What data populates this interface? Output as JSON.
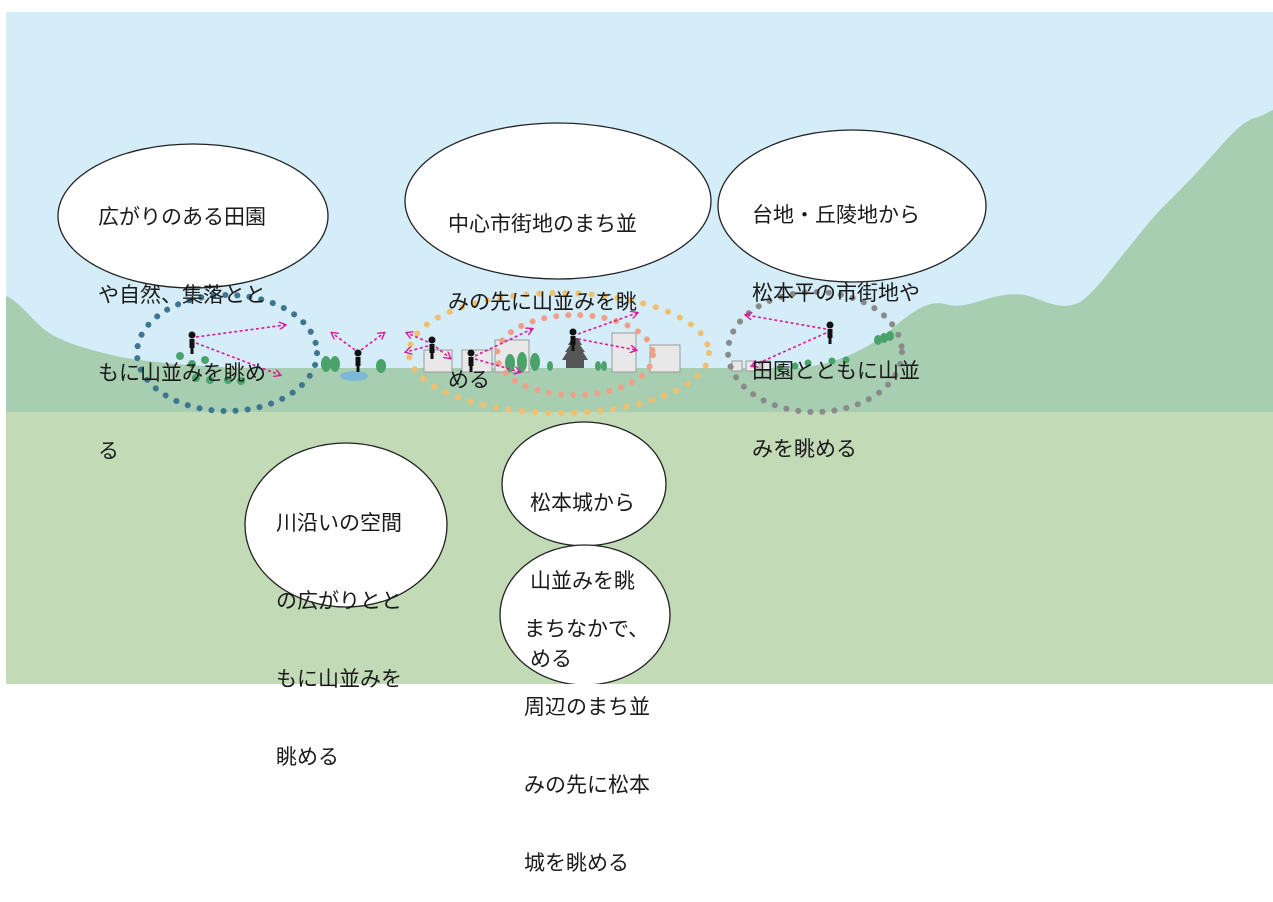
{
  "colors": {
    "sky": "#d4edf8",
    "mountain": "#a8ceb1",
    "ground": "#c2dab6",
    "bubble_fill": "#ffffff",
    "bubble_stroke": "#222222",
    "arrow": "#e0189a",
    "ring_rural": "#3e7690",
    "ring_city": "#f0c070",
    "ring_castle": "#f0a088",
    "ring_hill": "#8a8a8a",
    "tree": "#4aa36a",
    "building": "#e8e8e8"
  },
  "callouts": [
    {
      "id": "rural",
      "lines": [
        "広がりのある田園",
        "や自然、集落とと",
        "もに山並みを眺め",
        "る"
      ]
    },
    {
      "id": "city",
      "lines": [
        "中心市街地のまち並",
        "みの先に山並みを眺",
        "める"
      ]
    },
    {
      "id": "hill",
      "lines": [
        "台地・丘陵地から",
        "松本平の市街地や",
        "田園とともに山並",
        "みを眺める"
      ]
    },
    {
      "id": "river",
      "lines": [
        "川沿いの空間",
        "の広がりとと",
        "もに山並みを",
        "眺める"
      ]
    },
    {
      "id": "castle",
      "lines": [
        "松本城から",
        "山並みを眺",
        "める"
      ]
    },
    {
      "id": "castle-view",
      "lines": [
        "まちなかで、",
        "周辺のまち並",
        "みの先に松本",
        "城を眺める"
      ]
    }
  ],
  "icons": [
    "person-icon",
    "castle-icon",
    "tree-icon",
    "building-icon",
    "view-arrow-icon"
  ]
}
